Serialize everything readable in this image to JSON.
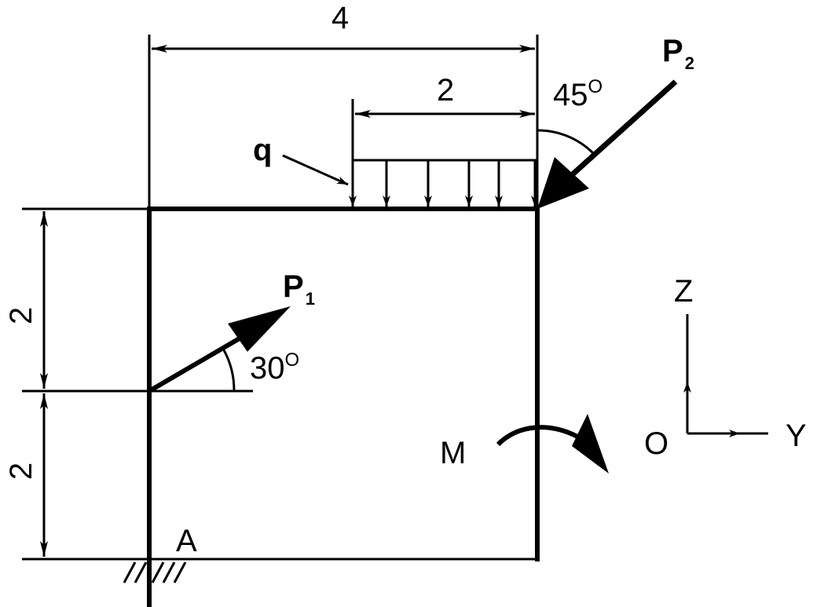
{
  "dimensions": {
    "top_width": "4",
    "load_length": "2",
    "left_upper_height": "2",
    "left_lower_height": "2"
  },
  "loads": {
    "q_label": "q",
    "p1_label": "P",
    "p1_sub": "1",
    "p1_angle": "30",
    "p1_angle_unit": "O",
    "p2_label": "P",
    "p2_sub": "2",
    "p2_angle": "45",
    "p2_angle_unit": "O",
    "moment_label": "M"
  },
  "support_label": "A",
  "axes": {
    "z_label": "Z",
    "y_label": "Y",
    "origin_label": "O"
  }
}
